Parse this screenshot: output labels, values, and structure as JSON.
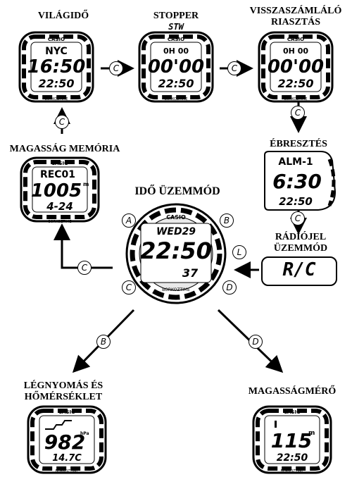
{
  "labels": {
    "world_time": "VILÁGIDŐ",
    "stopper": "STOPPER",
    "stopper_sub": "STW",
    "countdown_line1": "VISSZASZÁMLÁLÓ",
    "countdown_line2": "RIASZTÁS",
    "alarm": "ÉBRESZTÉS",
    "altitude_memory": "MAGASSÁG MEMÓRIA",
    "time_mode": "IDŐ ÜZEMMÓD",
    "radio_line1": "RÁDIÓJEL",
    "radio_line2": "ÜZEMMÓD",
    "baro_line1": "LÉGNYOMÁS ÉS",
    "baro_line2": "HŐMÉRSÉKLET",
    "altimeter": "MAGASSÁGMÉRŐ"
  },
  "brand": "CASIO",
  "bezel_text": "BORKOZTIME",
  "watches": {
    "world_time": {
      "top": "NYC",
      "main": "16:50",
      "bottom": "22:50"
    },
    "stopwatch": {
      "top": "0H  00",
      "main": "00'00",
      "bottom": "22:50"
    },
    "countdown": {
      "top": "0H  00",
      "main": "00'00",
      "bottom": "22:50"
    },
    "alarm": {
      "top": "ALM-1",
      "main": "6:30",
      "bottom": "22:50"
    },
    "altitude_memory": {
      "top": "REC01",
      "main": "1005",
      "unit": "m",
      "bottom": "4-24"
    },
    "time_mode": {
      "top": "WED29",
      "main": "22:50",
      "bottom": "37"
    },
    "radio": {
      "main": "R/C"
    },
    "barometer": {
      "main": "982",
      "unit": "hPa",
      "bottom": "14.7C"
    },
    "altimeter": {
      "main": "115",
      "unit": "m",
      "bottom": "22:50"
    }
  },
  "buttons": {
    "a": "A",
    "b": "B",
    "c": "C",
    "d": "D",
    "l": "L"
  }
}
